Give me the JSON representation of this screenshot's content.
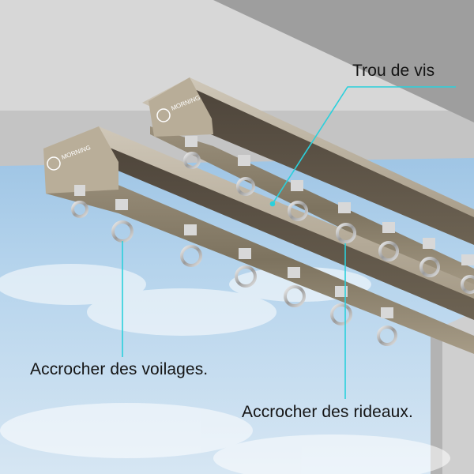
{
  "labels": {
    "screw_hole": "Trou de vis",
    "sheer_curtains": "Accrocher des voilages.",
    "curtains": "Accrocher des rideaux."
  },
  "brand": {
    "logo_text": "MORNING"
  },
  "colors": {
    "callout_line": "#2ad0dc",
    "rail_metal": "#8b8170",
    "sky": "#a9cbe6",
    "ceiling": "#d6d6d6"
  }
}
